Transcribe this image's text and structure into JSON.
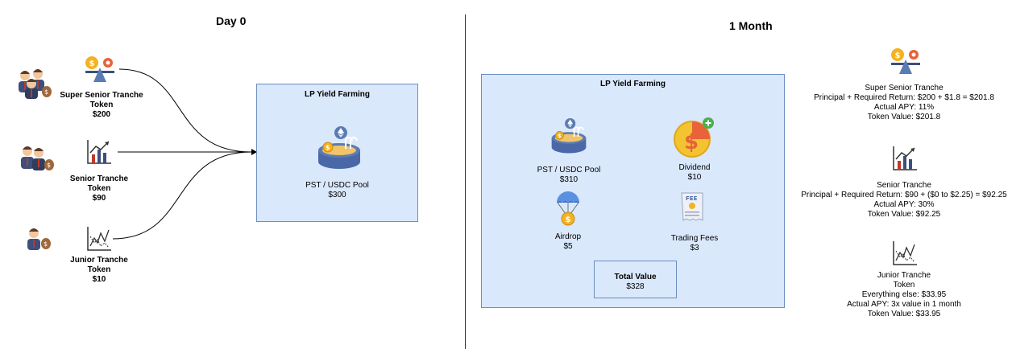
{
  "day0": {
    "heading": "Day 0",
    "tranches": [
      {
        "name_line1": "Super Senior Tranche",
        "name_line2": "Token",
        "value": "$200",
        "icon": "balance-scale-coins-icon",
        "investor_icon": "investor-group-icon"
      },
      {
        "name_line1": "Senior Tranche",
        "name_line2": "Token",
        "value": "$90",
        "icon": "bar-chart-growth-icon",
        "investor_icon": "investor-pair-icon"
      },
      {
        "name_line1": "Junior Tranche",
        "name_line2": "Token",
        "value": "$10",
        "icon": "volatile-chart-icon",
        "investor_icon": "investor-single-icon"
      }
    ],
    "farm": {
      "title": "LP Yield Farming",
      "pool_label": "PST / USDC Pool",
      "pool_value": "$300",
      "icon": "liquidity-pool-icon"
    }
  },
  "month": {
    "heading": "1 Month",
    "farm": {
      "title": "LP Yield Farming",
      "pool_label": "PST / USDC Pool",
      "pool_value": "$310",
      "dividend_label": "Dividend",
      "dividend_value": "$10",
      "airdrop_label": "Airdrop",
      "airdrop_value": "$5",
      "fees_label": "Trading Fees",
      "fees_value": "$3",
      "fees_icon_text": "FEE",
      "total_label": "Total Value",
      "total_value": "$328"
    },
    "results": [
      {
        "lines": [
          "Super Senior Tranche",
          "Principal + Required Return: $200 + $1.8 = $201.8",
          "Actual APY: 11%",
          "Token Value: $201.8"
        ],
        "icon": "balance-scale-coins-icon"
      },
      {
        "lines": [
          "Senior Tranche",
          "Principal + Required Return: $90 + ($0 to $2.25) = $92.25",
          "Actual APY: 30%",
          "Token Value: $92.25"
        ],
        "icon": "bar-chart-growth-icon"
      },
      {
        "lines": [
          "Junior Tranche",
          "Token",
          "Everything else: $33.95",
          "Actual APY: 3x value in 1 month",
          "Token Value: $33.95"
        ],
        "icon": "volatile-chart-icon"
      }
    ]
  },
  "colors": {
    "pool_fill": "#dae8fc",
    "pool_border": "#6c8ebf",
    "coin_gold": "#f4b223",
    "arrow": "#000000"
  }
}
